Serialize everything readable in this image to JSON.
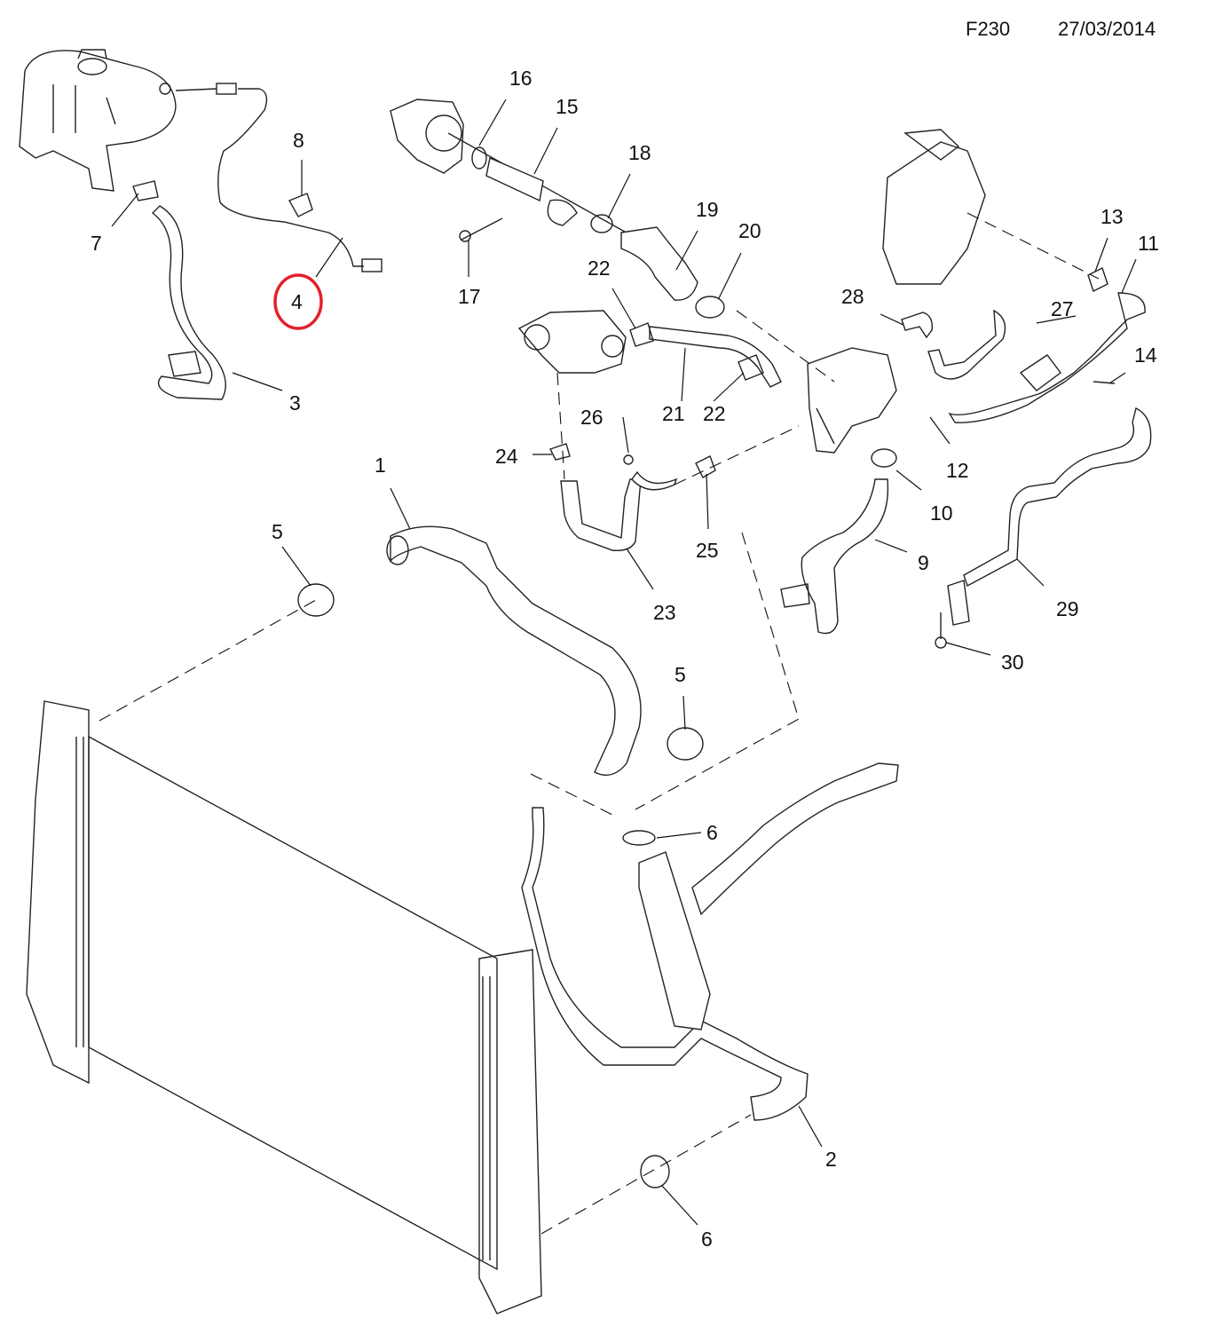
{
  "header": {
    "code": "F230",
    "date": "27/03/2014"
  },
  "highlight": {
    "label": "4",
    "color": "#e3202a"
  },
  "callouts": [
    {
      "id": "1",
      "label": "1"
    },
    {
      "id": "2",
      "label": "2"
    },
    {
      "id": "3",
      "label": "3"
    },
    {
      "id": "4",
      "label": "4"
    },
    {
      "id": "5a",
      "label": "5"
    },
    {
      "id": "5b",
      "label": "5"
    },
    {
      "id": "6a",
      "label": "6"
    },
    {
      "id": "6b",
      "label": "6"
    },
    {
      "id": "7",
      "label": "7"
    },
    {
      "id": "8",
      "label": "8"
    },
    {
      "id": "9",
      "label": "9"
    },
    {
      "id": "10",
      "label": "10"
    },
    {
      "id": "11",
      "label": "11"
    },
    {
      "id": "12",
      "label": "12"
    },
    {
      "id": "13",
      "label": "13"
    },
    {
      "id": "14",
      "label": "14"
    },
    {
      "id": "15",
      "label": "15"
    },
    {
      "id": "16",
      "label": "16"
    },
    {
      "id": "17",
      "label": "17"
    },
    {
      "id": "18",
      "label": "18"
    },
    {
      "id": "19",
      "label": "19"
    },
    {
      "id": "20",
      "label": "20"
    },
    {
      "id": "21",
      "label": "21"
    },
    {
      "id": "22a",
      "label": "22"
    },
    {
      "id": "22b",
      "label": "22"
    },
    {
      "id": "23",
      "label": "23"
    },
    {
      "id": "24",
      "label": "24"
    },
    {
      "id": "25",
      "label": "25"
    },
    {
      "id": "26",
      "label": "26"
    },
    {
      "id": "27",
      "label": "27"
    },
    {
      "id": "28",
      "label": "28"
    },
    {
      "id": "29",
      "label": "29"
    },
    {
      "id": "30",
      "label": "30"
    }
  ]
}
